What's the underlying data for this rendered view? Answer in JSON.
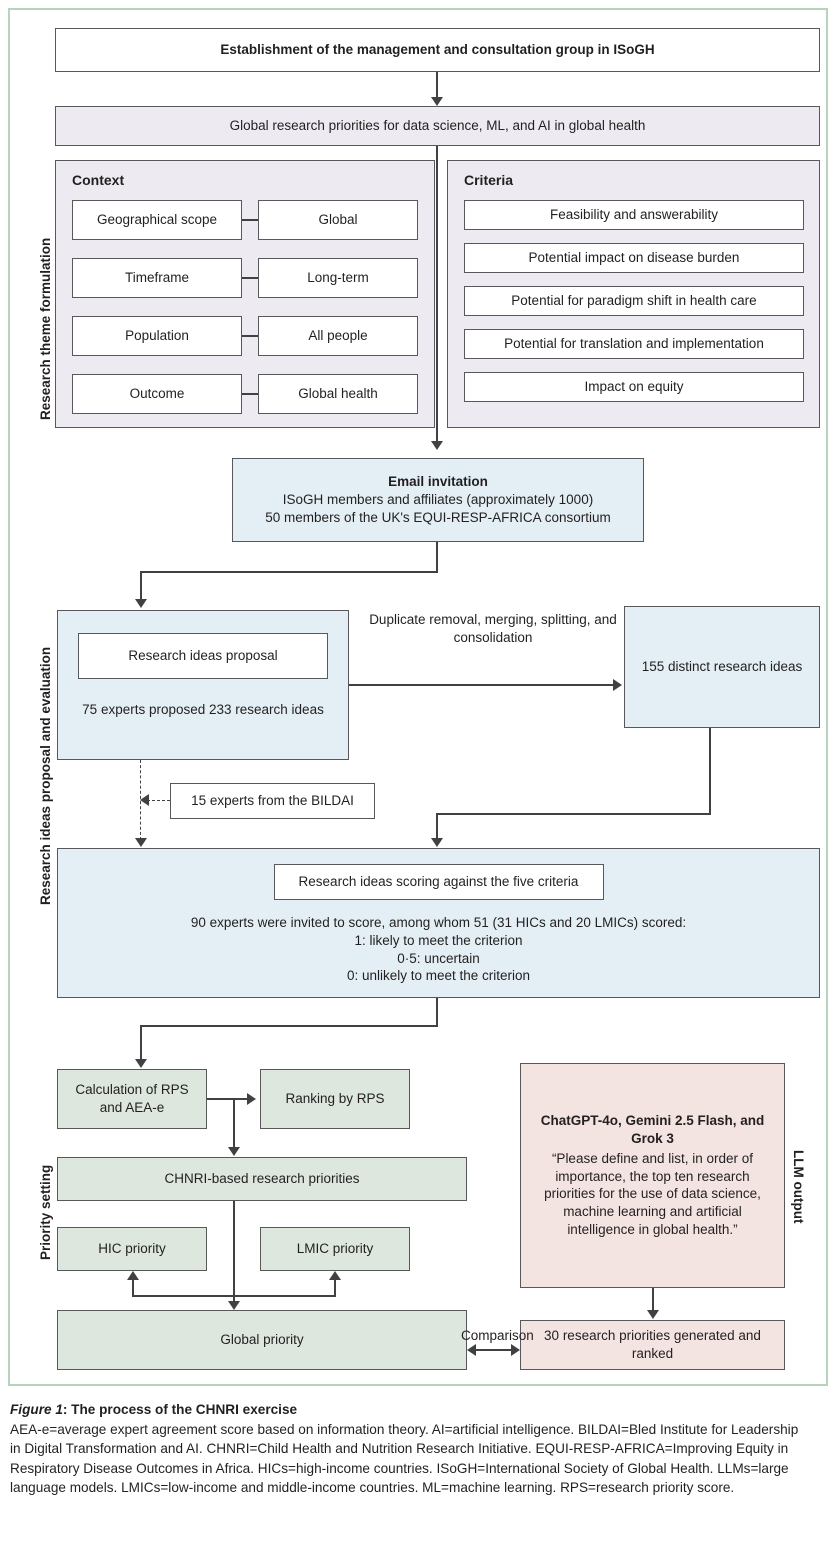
{
  "figure": {
    "top_box": "Establishment of the management and consultation group in ISoGH",
    "theme_box": "Global research priorities for data science, ML, and AI in global health",
    "sections": {
      "theme_formulation": "Research theme formulation",
      "ideas_proposal": "Research ideas proposal and evaluation",
      "priority_setting": "Priority setting",
      "llm_output": "LLM output"
    },
    "context": {
      "title": "Context",
      "rows": [
        {
          "key": "Geographical scope",
          "value": "Global"
        },
        {
          "key": "Timeframe",
          "value": "Long-term"
        },
        {
          "key": "Population",
          "value": "All people"
        },
        {
          "key": "Outcome",
          "value": "Global health"
        }
      ]
    },
    "criteria": {
      "title": "Criteria",
      "items": [
        "Feasibility and answerability",
        "Potential impact on disease burden",
        "Potential for paradigm shift in health care",
        "Potential for translation and implementation",
        "Impact on equity"
      ]
    },
    "email": {
      "title": "Email invitation",
      "line1": "ISoGH members and affiliates (approximately 1000)",
      "line2": "50 members of the UK's EQUI-RESP-AFRICA consortium"
    },
    "proposal": {
      "inner": "Research ideas proposal",
      "caption": "75 experts proposed 233 research ideas"
    },
    "edge_dedup": "Duplicate removal, merging, splitting, and consolidation",
    "distinct_ideas": "155 distinct research ideas",
    "bildai": "15 experts from the BILDAI",
    "scoring": {
      "inner": "Research ideas scoring against the five criteria",
      "line1": "90 experts were invited to score, among whom 51 (31 HICs and 20 LMICs) scored:",
      "line2": "1: likely to meet the criterion",
      "line3": "0·5: uncertain",
      "line4": "0: unlikely to meet the criterion"
    },
    "priority": {
      "calc": "Calculation of RPS and AEA-e",
      "ranking": "Ranking by RPS",
      "chnri": "CHNRI-based research priorities",
      "hic": "HIC priority",
      "lmic": "LMIC priority",
      "global": "Global priority"
    },
    "llm": {
      "models": "ChatGPT-4o, Gemini 2.5 Flash, and Grok 3",
      "prompt": "“Please define and list, in order of importance, the top ten research priorities for the use of data science, machine learning and artificial intelligence in global health.”",
      "result": "30 research priorities generated and ranked"
    },
    "comparison_label": "Comparison",
    "colors": {
      "blue": "#e3eff5",
      "green": "#dde7de",
      "pink": "#f3e4e2",
      "lavender": "#edebf1",
      "stroke": "#58585a",
      "frame": "#b7d3bb"
    }
  },
  "caption": {
    "figure_label": "Figure 1",
    "title": ": The process of the CHNRI exercise",
    "body": "AEA-e=average expert agreement score based on information theory. AI=artificial intelligence. BILDAI=Bled Institute for Leadership in Digital Transformation and AI. CHNRI=Child Health and Nutrition Research Initiative. EQUI-RESP-AFRICA=Improving Equity in Respiratory Disease Outcomes in Africa. HICs=high-income countries. ISoGH=International Society of Global Health. LLMs=large language models. LMICs=low-income and middle-income countries. ML=machine learning. RPS=research priority score."
  }
}
